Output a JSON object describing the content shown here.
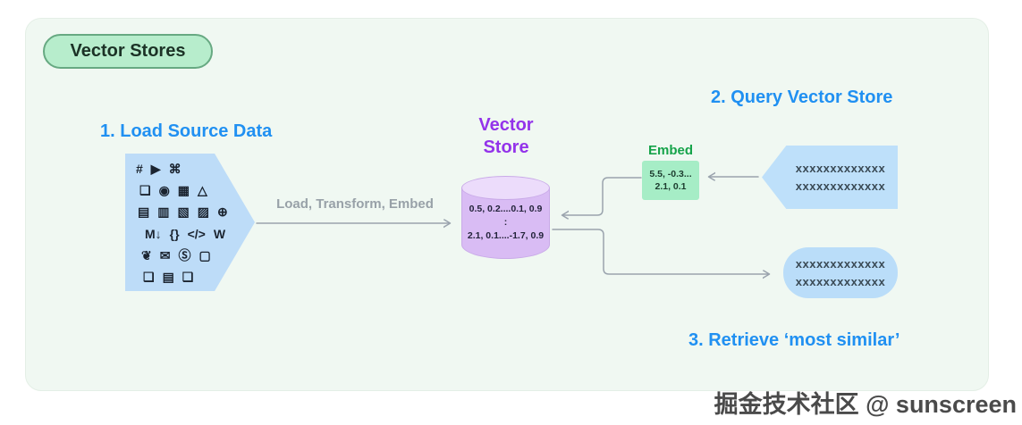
{
  "badge": {
    "label": "Vector Stores"
  },
  "steps": {
    "step1": "1. Load Source Data",
    "step2": "2. Query Vector Store",
    "step3": "3. Retrieve ‘most similar’"
  },
  "source_shape": {
    "icon_rows": [
      [
        {
          "name": "slack-icon",
          "glyph": "#"
        },
        {
          "name": "youtube-icon",
          "glyph": "▶"
        },
        {
          "name": "discord-icon",
          "glyph": "⌘"
        }
      ],
      [
        {
          "name": "file-icon",
          "glyph": "❏"
        },
        {
          "name": "github-icon",
          "glyph": "◉"
        },
        {
          "name": "image-file-icon",
          "glyph": "▦"
        },
        {
          "name": "gdrive-icon",
          "glyph": "△"
        }
      ],
      [
        {
          "name": "doc-file-icon",
          "glyph": "▤"
        },
        {
          "name": "csv-file-icon",
          "glyph": "▥"
        },
        {
          "name": "pdf-file-icon",
          "glyph": "▧"
        },
        {
          "name": "xls-file-icon",
          "glyph": "▨"
        },
        {
          "name": "web-file-icon",
          "glyph": "⊕"
        }
      ],
      [
        {
          "name": "markdown-icon",
          "glyph": "M↓"
        },
        {
          "name": "json-file-icon",
          "glyph": "{}"
        },
        {
          "name": "html-file-icon",
          "glyph": "</>"
        },
        {
          "name": "wikipedia-icon",
          "glyph": "W"
        }
      ],
      [
        {
          "name": "twitter-icon",
          "glyph": "❦"
        },
        {
          "name": "email-icon",
          "glyph": "✉"
        },
        {
          "name": "stripe-icon",
          "glyph": "Ⓢ"
        },
        {
          "name": "folder-icon",
          "glyph": "▢"
        }
      ],
      [
        {
          "name": "file-icon",
          "glyph": "❏"
        },
        {
          "name": "doc-file-icon",
          "glyph": "▤"
        },
        {
          "name": "file-icon",
          "glyph": "❏"
        }
      ]
    ]
  },
  "flow": {
    "load_arrow_label": "Load, Transform, Embed"
  },
  "vector_store": {
    "title_line1": "Vector",
    "title_line2": "Store",
    "row1": "0.5, 0.2....0.1, 0.9",
    "separator": ":",
    "row2": "2.1, 0.1....-1.7, 0.9"
  },
  "embed": {
    "label": "Embed",
    "row1": "5.5, -0.3...",
    "row2": "2.1, 0.1"
  },
  "query_box": {
    "line1": "xxxxxxxxxxxxx",
    "line2": "xxxxxxxxxxxxx"
  },
  "result_box": {
    "line1": "xxxxxxxxxxxxx",
    "line2": "xxxxxxxxxxxxx"
  },
  "watermark": {
    "text": "掘金技术社区 @ sunscreen"
  },
  "colors": {
    "panel_bg": "#f0f8f2",
    "badge_bg": "#b7edcc",
    "badge_border": "#67a982",
    "heading_blue": "#2090f2",
    "title_purple": "#9333ea",
    "embed_green": "#16a34a",
    "embed_box_bg": "#a6edc6",
    "blue_shape_bg": "#bddcf8",
    "cylinder_body": "#d9bcf4",
    "connector_gray": "#9aa3ad"
  }
}
